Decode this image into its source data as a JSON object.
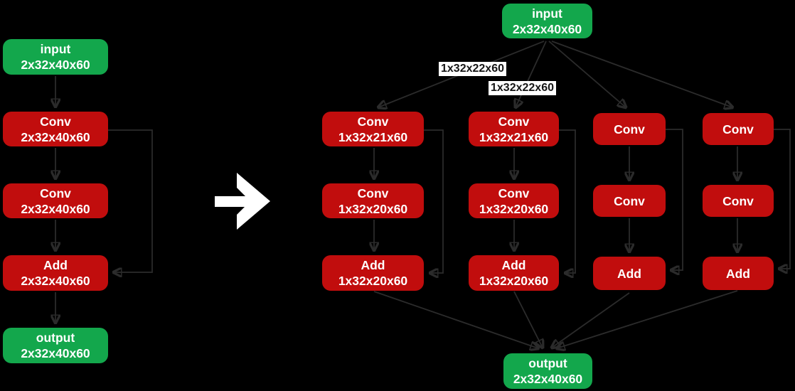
{
  "colors": {
    "background": "#000000",
    "node_green": "#13a74c",
    "node_red": "#c10d0d",
    "node_text": "#ffffff",
    "edge": "#2b2b2b",
    "edge_label_bg": "#ffffff",
    "edge_label_text": "#151515",
    "transform_arrow": "#ffffff"
  },
  "transform": {
    "icon": "arrow-right"
  },
  "left_graph": {
    "nodes": [
      {
        "label": "input",
        "dims": "2x32x40x60",
        "type": "input"
      },
      {
        "label": "Conv",
        "dims": "2x32x40x60",
        "type": "op"
      },
      {
        "label": "Conv",
        "dims": "2x32x40x60",
        "type": "op"
      },
      {
        "label": "Add",
        "dims": "2x32x40x60",
        "type": "op"
      },
      {
        "label": "output",
        "dims": "2x32x40x60",
        "type": "output"
      }
    ]
  },
  "right_graph": {
    "input": {
      "label": "input",
      "dims": "2x32x40x60"
    },
    "edge_labels": [
      "1x32x22x60",
      "1x32x22x60"
    ],
    "branches": [
      {
        "conv1": {
          "label": "Conv",
          "dims": "1x32x21x60"
        },
        "conv2": {
          "label": "Conv",
          "dims": "1x32x20x60"
        },
        "add": {
          "label": "Add",
          "dims": "1x32x20x60"
        }
      },
      {
        "conv1": {
          "label": "Conv",
          "dims": "1x32x21x60"
        },
        "conv2": {
          "label": "Conv",
          "dims": "1x32x20x60"
        },
        "add": {
          "label": "Add",
          "dims": "1x32x20x60"
        }
      },
      {
        "conv1": {
          "label": "Conv",
          "dims": ""
        },
        "conv2": {
          "label": "Conv",
          "dims": ""
        },
        "add": {
          "label": "Add",
          "dims": ""
        }
      },
      {
        "conv1": {
          "label": "Conv",
          "dims": ""
        },
        "conv2": {
          "label": "Conv",
          "dims": ""
        },
        "add": {
          "label": "Add",
          "dims": ""
        }
      }
    ],
    "output": {
      "label": "output",
      "dims": "2x32x40x60"
    }
  }
}
